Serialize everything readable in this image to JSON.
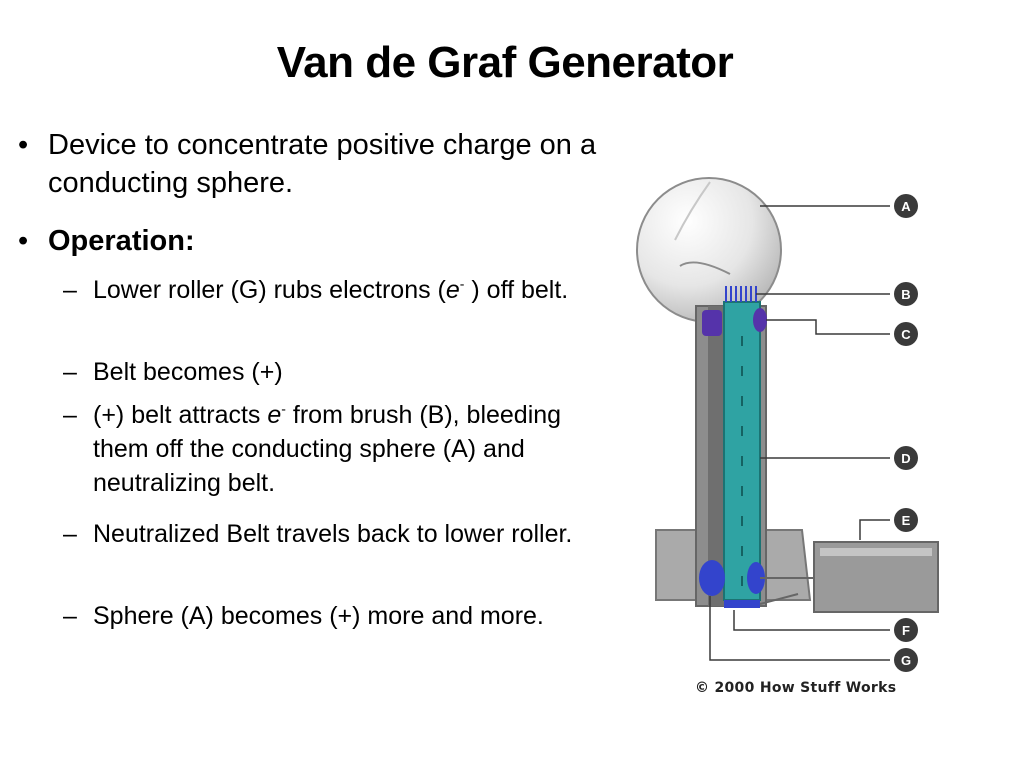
{
  "slide": {
    "title": "Van de Graf Generator",
    "bullets": [
      {
        "text": "Device to concentrate positive charge on a conducting sphere."
      },
      {
        "text": "Operation:"
      }
    ],
    "sub_bullets": [
      {
        "parts": [
          "Lower roller (G) rubs electrons (",
          "e",
          "-",
          " ) off belt."
        ]
      },
      {
        "text": "Belt becomes (+)"
      },
      {
        "parts": [
          "(+) belt attracts ",
          "e",
          "-",
          " from brush (B), bleeding them off the conducting sphere (A) and neutralizing belt."
        ]
      },
      {
        "text": " Neutralized Belt travels back to lower roller."
      },
      {
        "text": "Sphere (A)  becomes (+) more and more."
      }
    ]
  },
  "figure": {
    "labels": [
      "A",
      "B",
      "C",
      "D",
      "E",
      "F",
      "G"
    ],
    "copyright": "© 2000 How Stuff Works",
    "colors": {
      "sphere": "#e8e8e8",
      "column": "#8a8a8a",
      "belt": "#2fa3a3",
      "roller": "#3344cc",
      "callout": "#3a3a3a"
    }
  }
}
